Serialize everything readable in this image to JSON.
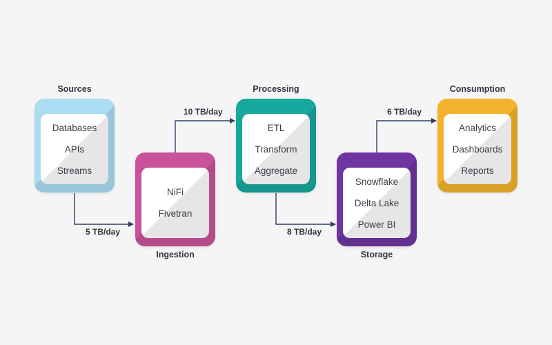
{
  "stages": [
    {
      "title": "Sources",
      "color": "#aadcf2",
      "items": [
        "Databases",
        "APIs",
        "Streams"
      ]
    },
    {
      "title": "Ingestion",
      "color": "#c8539a",
      "items": [
        "NiFi",
        "Fivetran"
      ]
    },
    {
      "title": "Processing",
      "color": "#17a89e",
      "items": [
        "ETL",
        "Transform",
        "Aggregate"
      ]
    },
    {
      "title": "Storage",
      "color": "#6f35a0",
      "items": [
        "Snowflake",
        "Delta Lake",
        "Power BI"
      ]
    },
    {
      "title": "Consumption",
      "color": "#f3b22b",
      "items": [
        "Analytics",
        "Dashboards",
        "Reports"
      ]
    }
  ],
  "flows": [
    {
      "label": "5 TB/day"
    },
    {
      "label": "10 TB/day"
    },
    {
      "label": "8 TB/day"
    },
    {
      "label": "6 TB/day"
    }
  ],
  "colors": {
    "connector": "#2f3e63",
    "background": "#f5f5f6"
  }
}
